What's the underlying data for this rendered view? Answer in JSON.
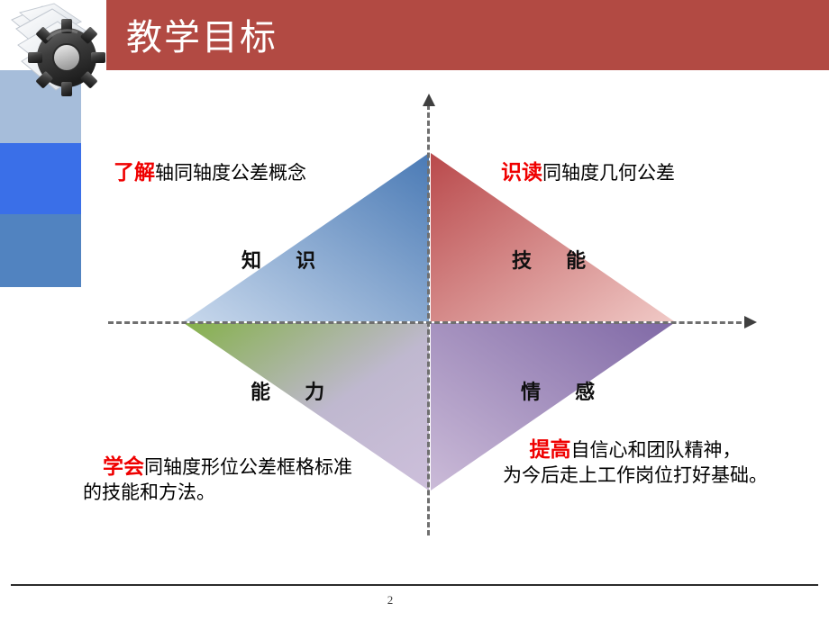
{
  "slide": {
    "title": "教学目标",
    "page_number": "2"
  },
  "colors": {
    "header_band": "#b24a43",
    "side_block_1": "#a6bdda",
    "side_block_2": "#3a6fe8",
    "side_block_3": "#5183c0",
    "keyword_red": "#ef0000",
    "axis_gray": "#6f6f6f",
    "quadrant_knowledge_dark": "#4a7ab5",
    "quadrant_knowledge_light": "#c3d4ea",
    "quadrant_skill_dark": "#b9494b",
    "quadrant_skill_light": "#eec3c0",
    "quadrant_ability_dark": "#85b14a",
    "quadrant_ability_light": "#cfc2d8",
    "quadrant_emotion_dark": "#8069a6",
    "quadrant_emotion_light": "#c6b5d2"
  },
  "quadrants": [
    {
      "id": "knowledge",
      "label": "知  识",
      "callout_keyword": "了解",
      "callout_text": "轴同轴度公差概念",
      "callout_line2": ""
    },
    {
      "id": "skill",
      "label": "技  能",
      "callout_keyword": "识读",
      "callout_text": "同轴度几何公差",
      "callout_line2": ""
    },
    {
      "id": "ability",
      "label": "能  力",
      "callout_keyword": "学会",
      "callout_text": "同轴度形位公差框格标准",
      "callout_line2": "的技能和方法。"
    },
    {
      "id": "emotion",
      "label": "情  感",
      "callout_keyword": "提高",
      "callout_text": "自信心和团队精神，",
      "callout_line2": "为今后走上工作岗位打好基础。"
    }
  ],
  "icons": {
    "logo": "gear-and-documents-icon",
    "axis_up": "arrow-up-icon",
    "axis_right": "arrow-right-icon"
  }
}
